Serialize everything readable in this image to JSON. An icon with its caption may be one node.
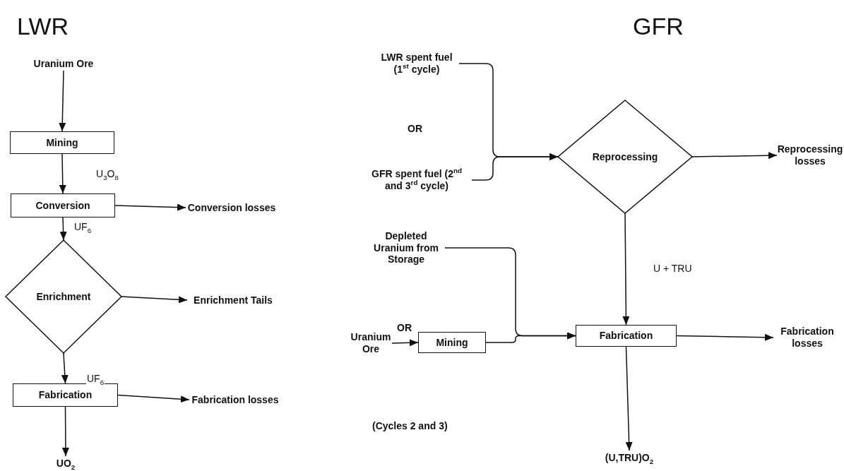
{
  "diagram": {
    "nodes": [
      {
        "text": [
          "Uranium Ore"
        ]
      },
      {
        "text": [
          "Mining"
        ]
      },
      {
        "text": [
          "Conversion"
        ]
      },
      {
        "text": [
          "Enrichment"
        ]
      },
      {
        "text": [
          "Fabrication"
        ]
      },
      {
        "text": [
          "UO$_{2}$"
        ]
      },
      {
        "text": [
          "Conversion losses"
        ]
      },
      {
        "text": [
          "Enrichment Tails"
        ]
      },
      {
        "text": [
          "Fabrication losses"
        ]
      },
      {
        "text": [
          "LWR spent fuel (1$^{st}$ cycle)"
        ]
      },
      {
        "text": [
          "GFR spent fuel (2$^{nd}$ and 3$^{rd}$ cycle)"
        ]
      },
      {
        "text": [
          "Reprocessing"
        ]
      },
      {
        "text": [
          "Reprocessing losses"
        ]
      },
      {
        "text": [
          "Depleted Uranium from Storage"
        ]
      },
      {
        "text": [
          "Uranium Ore"
        ]
      },
      {
        "text": [
          "Mining"
        ]
      },
      {
        "text": [
          "Fabrication"
        ]
      },
      {
        "text": [
          "Fabrication losses"
        ]
      },
      {
        "text": [
          "(U,TRU)O$_{2}$"
        ]
      }
    ],
    "edges": [
      {
        "from": 0,
        "to": 1,
        "arrow": "to"
      },
      {
        "from": 1,
        "to": 2,
        "arrow": "to",
        "label": "U$_{3}$O$_{8}$"
      },
      {
        "from": 2,
        "to": 3,
        "arrow": "to",
        "label": "UF$_{6}$"
      },
      {
        "from": 3,
        "to": 4,
        "arrow": "to",
        "label": "UF$_{6}$"
      },
      {
        "from": 4,
        "to": 5,
        "arrow": "to"
      },
      {
        "from": 2,
        "to": 6,
        "arrow": "to"
      },
      {
        "from": 3,
        "to": 7,
        "arrow": "to"
      },
      {
        "from": 4,
        "to": 8,
        "arrow": "to"
      },
      {
        "from": 9,
        "to": 11,
        "arrow": "to"
      },
      {
        "from": 10,
        "to": 11,
        "arrow": "to"
      },
      {
        "from": 11,
        "to": 12,
        "arrow": "to"
      },
      {
        "from": 11,
        "to": 16,
        "arrow": "to",
        "label": "U + TRU"
      },
      {
        "from": 13,
        "to": 16,
        "arrow": "to"
      },
      {
        "from": 15,
        "to": 16,
        "arrow": "to"
      },
      {
        "from": 14,
        "to": 15,
        "arrow": "to"
      },
      {
        "from": 16,
        "to": 17,
        "arrow": "to"
      },
      {
        "from": 16,
        "to": 18,
        "arrow": "to"
      }
    ],
    "labels": [
      "LWR",
      "GFR",
      "OR",
      "OR",
      "(Cycles 2 and 3)"
    ]
  }
}
